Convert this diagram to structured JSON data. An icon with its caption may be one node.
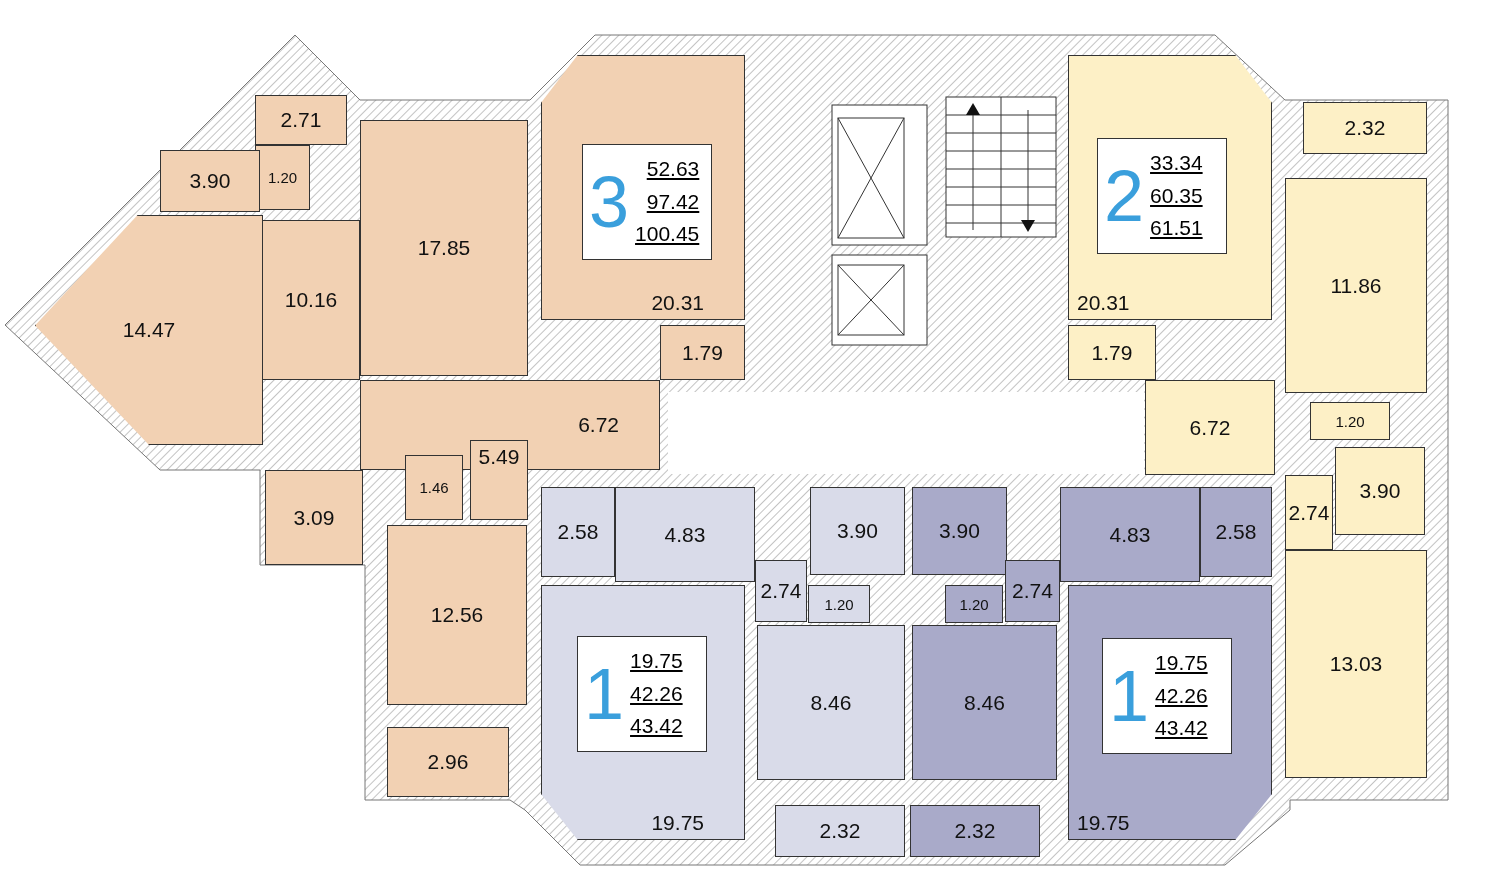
{
  "diagram": {
    "nodes": [
      {
        "text": [
          "2.71"
        ]
      },
      {
        "text": [
          "1.20"
        ]
      },
      {
        "text": [
          "3.90"
        ]
      },
      {
        "text": [
          "10.16"
        ]
      },
      {
        "text": [
          "17.85"
        ]
      },
      {
        "text": [
          "14.47"
        ]
      },
      {
        "text": [
          "20.31"
        ]
      },
      {
        "text": [
          "3",
          "52.63",
          "97.42",
          "100.45"
        ],
        "in": 6
      },
      {
        "text": [
          "1.79"
        ]
      },
      {
        "text": [
          "6.72"
        ]
      },
      {
        "text": [
          "5.49"
        ]
      },
      {
        "text": [
          "3.09"
        ]
      },
      {
        "text": [
          "1.46"
        ]
      },
      {
        "text": [
          "12.56"
        ]
      },
      {
        "text": [
          "2.96"
        ]
      },
      {
        "text": [
          "20.31"
        ]
      },
      {
        "text": [
          "2",
          "33.34",
          "60.35",
          "61.51"
        ],
        "in": 15
      },
      {
        "text": [
          "2.32"
        ]
      },
      {
        "text": [
          "11.86"
        ]
      },
      {
        "text": [
          "1.79"
        ]
      },
      {
        "text": [
          "6.72"
        ]
      },
      {
        "text": [
          "1.20"
        ]
      },
      {
        "text": [
          "3.90"
        ]
      },
      {
        "text": [
          "2.74"
        ]
      },
      {
        "text": [
          "13.03"
        ]
      },
      {
        "text": [
          "2.58"
        ]
      },
      {
        "text": [
          "4.83"
        ]
      },
      {
        "text": [
          "3.90"
        ]
      },
      {
        "text": [
          "2.74"
        ]
      },
      {
        "text": [
          "1.20"
        ]
      },
      {
        "text": [
          "19.75"
        ]
      },
      {
        "text": [
          "1",
          "19.75",
          "42.26",
          "43.42"
        ],
        "in": 30
      },
      {
        "text": [
          "8.46"
        ]
      },
      {
        "text": [
          "2.32"
        ]
      },
      {
        "text": [
          "3.90"
        ]
      },
      {
        "text": [
          "4.83"
        ]
      },
      {
        "text": [
          "2.58"
        ]
      },
      {
        "text": [
          "2.74"
        ]
      },
      {
        "text": [
          "1.20"
        ]
      },
      {
        "text": [
          "19.75"
        ]
      },
      {
        "text": [
          "1",
          "19.75",
          "42.26",
          "43.42"
        ],
        "in": 39
      },
      {
        "text": [
          "8.46"
        ]
      },
      {
        "text": [
          "2.32"
        ]
      },
      {
        "text": [],
        "shape": "box"
      }
    ]
  }
}
